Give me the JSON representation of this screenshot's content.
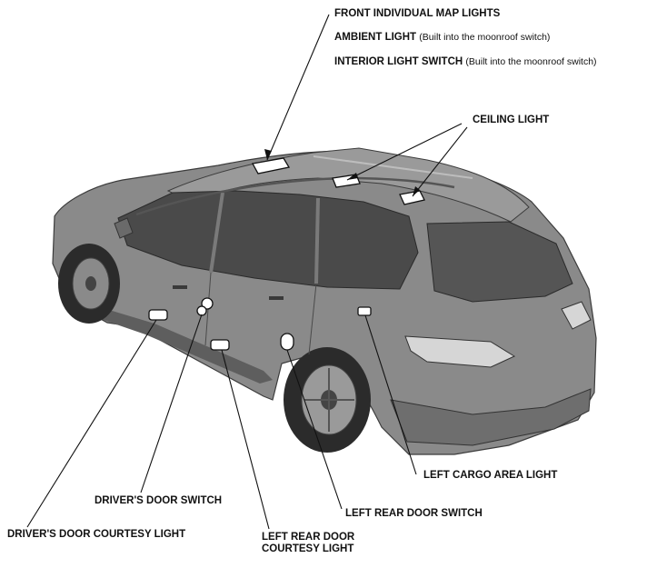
{
  "labels": {
    "front_map_lights": "FRONT INDIVIDUAL MAP LIGHTS",
    "ambient_light": "AMBIENT LIGHT",
    "ambient_light_note": "(Built into the moonroof switch)",
    "interior_light_switch": "INTERIOR LIGHT SWITCH",
    "interior_light_switch_note": "(Built into the moonroof switch)",
    "ceiling_light": "CEILING LIGHT",
    "left_cargo_area_light": "LEFT CARGO AREA LIGHT",
    "drivers_door_switch": "DRIVER'S DOOR SWITCH",
    "left_rear_door_switch": "LEFT REAR DOOR SWITCH",
    "drivers_door_courtesy_light": "DRIVER'S DOOR COURTESY LIGHT",
    "left_rear_door_courtesy_light_line1": "LEFT REAR DOOR",
    "left_rear_door_courtesy_light_line2": "COURTESY LIGHT"
  },
  "colors": {
    "body": "#8a8a8a",
    "body_dark": "#5e5e5e",
    "glass": "#4a4a4a",
    "tire": "#2b2b2b",
    "component": "#ffffff",
    "line": "#111111"
  }
}
